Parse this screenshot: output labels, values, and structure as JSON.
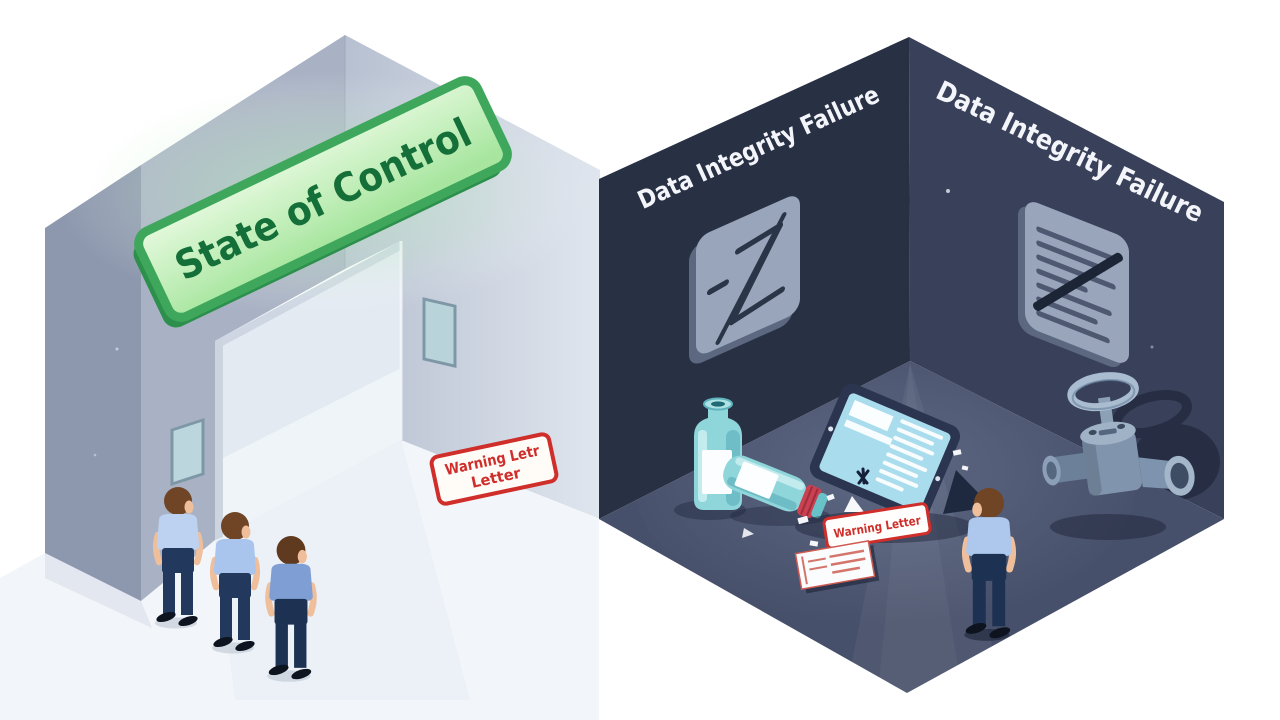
{
  "left_scene": {
    "sign": {
      "text": "State of Control"
    },
    "stamp": {
      "line1": "Warning Letr",
      "line2": "Letter"
    },
    "people_count": 3
  },
  "right_scene": {
    "wall_text_left": "Data Integrity Failure",
    "wall_text_right": "Data Integrity Failure",
    "stamp": {
      "text": "Warning Letter"
    },
    "people_count": 1
  },
  "icons": {
    "plaque_left": "crossed-signature-icon",
    "plaque_right": "crossed-document-icon"
  },
  "colors": {
    "sign_frame_green": "#3fa75c",
    "sign_edge_green": "#2c8f4b",
    "sign_text_green": "#156f38",
    "warning_red": "#cf2e2a",
    "dark_wall_left": "#283044",
    "dark_wall_right": "#39415a",
    "dark_floor": "#47506a",
    "building_front": "#a9b2c4",
    "building_side": "#8d98ae",
    "door_interior": "#e3eaf2",
    "light_floor": "#f2f5f9",
    "plaque_gray": "#99a5bb",
    "plaque_stroke": "#2a3548",
    "bottle_teal": "#8fd6da",
    "bottle_cap_red": "#c94252",
    "tablet_frame": "#2b3550",
    "tablet_screen": "#a9ddee",
    "valve_blue_gray": "#8094ae",
    "shirt_blue_1": "#bdd2f1",
    "shirt_blue_2": "#a9c5ee",
    "shirt_blue_3": "#7f9fd4",
    "shirt_blue_4": "#adc8ec",
    "pants_navy": "#22385c",
    "skin": "#efbf9c",
    "hair_brown": "#6f4526"
  }
}
